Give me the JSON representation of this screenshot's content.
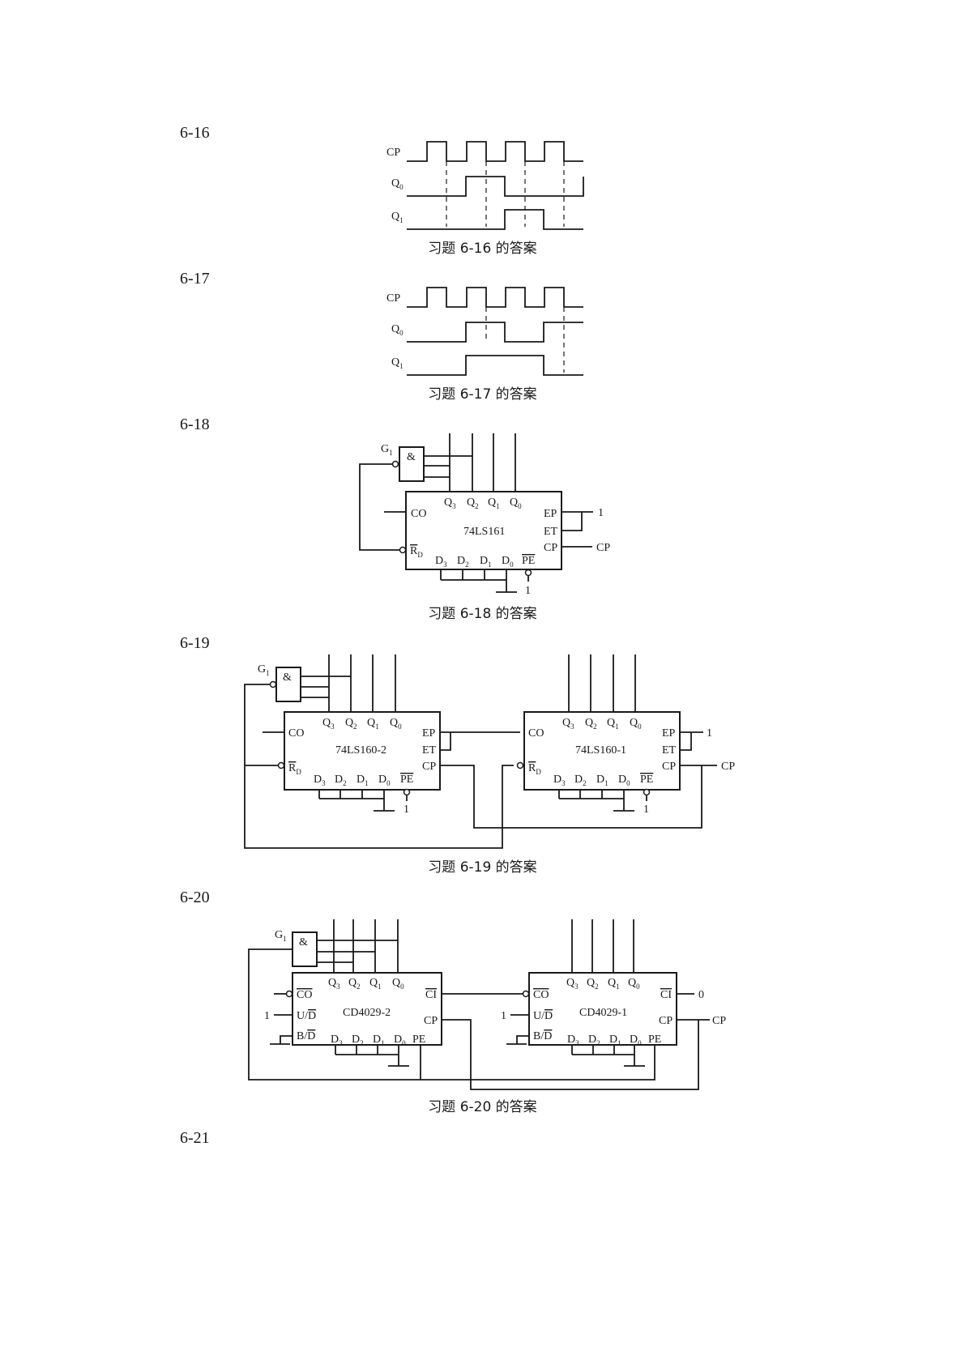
{
  "problems": [
    {
      "num": "6-16",
      "caption": "习题 6-16 的答案"
    },
    {
      "num": "6-17",
      "caption": "习题 6-17 的答案"
    },
    {
      "num": "6-18",
      "caption": "习题 6-18 的答案"
    },
    {
      "num": "6-19",
      "caption": "习题 6-19 的答案"
    },
    {
      "num": "6-20",
      "caption": "习题 6-20 的答案"
    },
    {
      "num": "6-21"
    }
  ],
  "signals": {
    "cp": "CP",
    "q0": "Q",
    "q0_sub": "0",
    "q1": "Q",
    "q1_sub": "1"
  },
  "waveforms": {
    "p16": {
      "q0_high": [
        [
          3,
          5
        ],
        [
          9,
          10
        ]
      ],
      "q1_high": [
        [
          5,
          7
        ]
      ]
    },
    "p17": {
      "q0_high": [
        [
          3,
          5
        ],
        [
          7,
          9
        ]
      ],
      "q1_high": [
        [
          3,
          7
        ]
      ]
    }
  },
  "gate": {
    "name": "G",
    "sub": "1",
    "symbol": "&"
  },
  "chips": {
    "p18": "74LS161",
    "p19_left": "74LS160-2",
    "p19_right": "74LS160-1",
    "p20_left": "CD4029-2",
    "p20_right": "CD4029-1"
  },
  "pins": {
    "q3": "Q",
    "q2": "Q",
    "q1": "Q",
    "q0": "Q",
    "d3": "D",
    "d2": "D",
    "d1": "D",
    "d0": "D",
    "sub3": "3",
    "sub2": "2",
    "sub1": "1",
    "sub0": "0",
    "co": "CO",
    "ep": "EP",
    "et": "ET",
    "cp": "CP",
    "rd": "R",
    "rd_sub": "D",
    "pe": "PE",
    "ci": "CI",
    "ud_u": "U/",
    "ud_d": "D",
    "bd_b": "B/",
    "bd_d": "D"
  },
  "consts": {
    "one": "1",
    "zero": "0"
  }
}
